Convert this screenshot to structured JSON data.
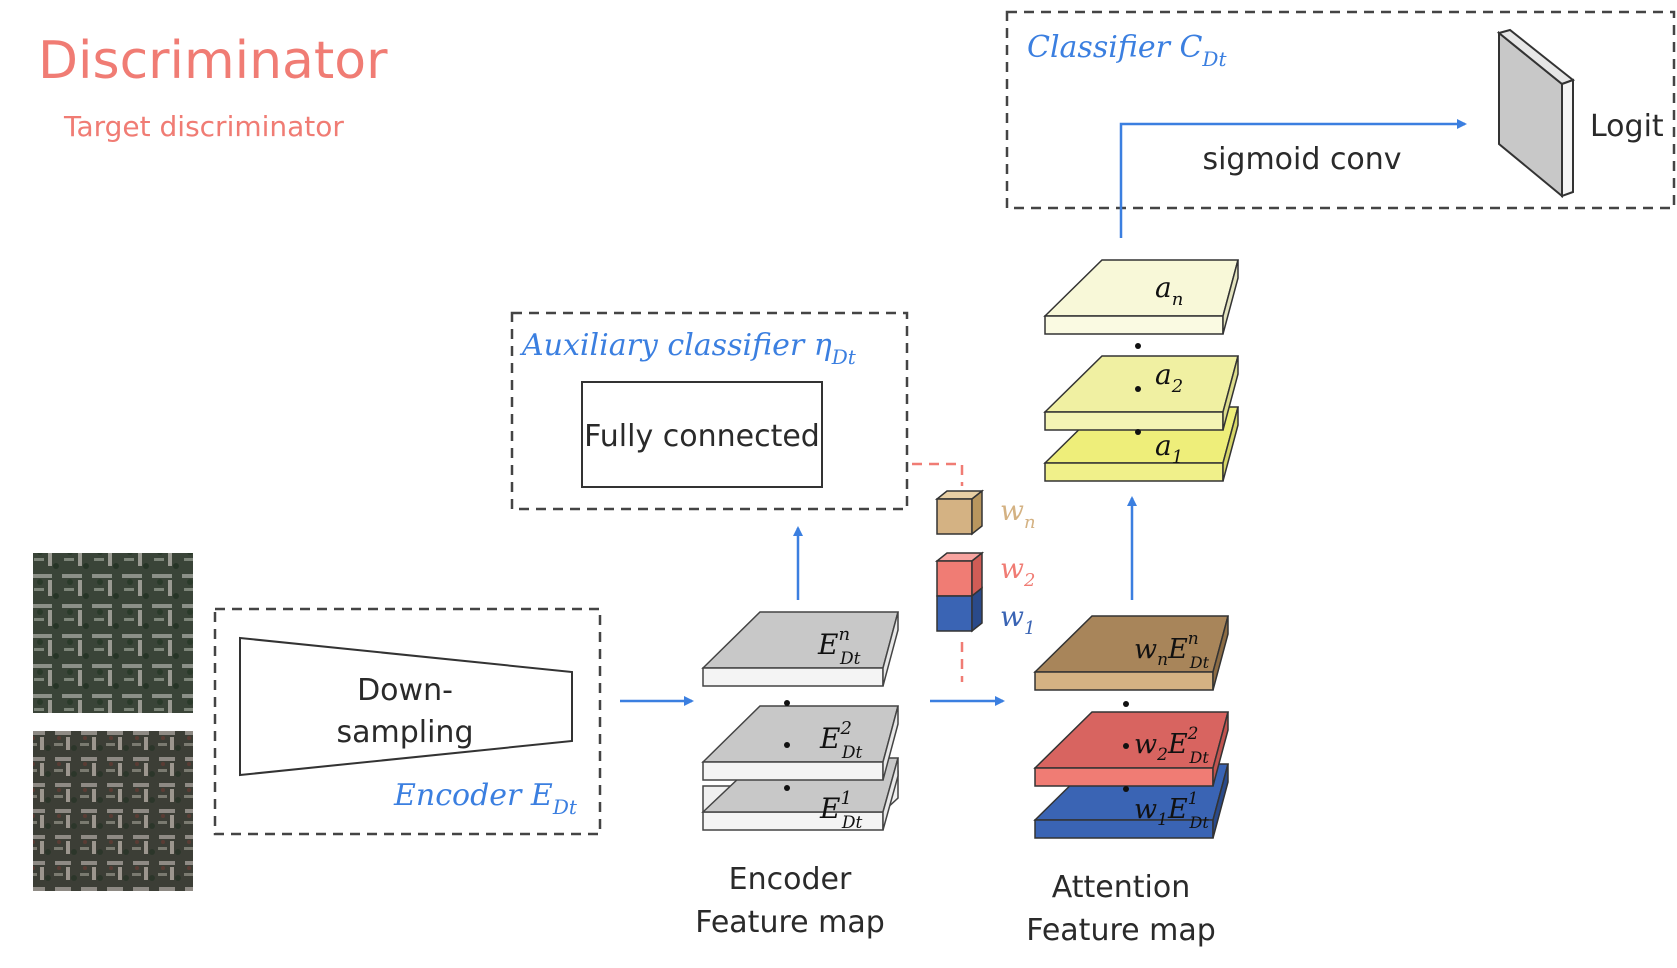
{
  "header": {
    "title": "Discriminator",
    "subtitle": "Target discriminator"
  },
  "encoder": {
    "block_label_line1": "Down-",
    "block_label_line2": "sampling",
    "caption": "Encoder E",
    "caption_sub": "Dt"
  },
  "encoder_feature_map": {
    "caption_line1": "Encoder",
    "caption_line2": "Feature map",
    "layer_top": "E",
    "layer_top_sup": "n",
    "layer_mid": "E",
    "layer_mid_sup": "2",
    "layer_bot": "E",
    "layer_bot_sup": "1",
    "sub": "Dt"
  },
  "auxiliary": {
    "caption": "Auxiliary classifier η",
    "caption_sub": "Dt",
    "block_label": "Fully connected"
  },
  "weights": {
    "wn": "w",
    "wn_sub": "n",
    "w2": "w",
    "w2_sub": "2",
    "w1": "w",
    "w1_sub": "1"
  },
  "attention_feature_map": {
    "caption_line1": "Attention",
    "caption_line2": "Feature map",
    "layer_top": "w",
    "layer_top_sub": "n",
    "layer_mid": "w",
    "layer_mid_sub": "2",
    "layer_bot": "w",
    "layer_bot_sub": "1"
  },
  "attention_maps": {
    "top": "a",
    "top_sub": "n",
    "mid": "a",
    "mid_sub": "2",
    "bot": "a",
    "bot_sub": "1"
  },
  "classifier": {
    "caption": "Classifier C",
    "caption_sub": "Dt",
    "arrow_label": "sigmoid conv",
    "output_label": "Logit"
  },
  "colors": {
    "title": "#f07c74",
    "accent_blue": "#3b7fe0",
    "encoder_layer": "#c8c8c8",
    "wn_brown": "#d4b283",
    "w2_red": "#f07c74",
    "w1_blue": "#3a64b4",
    "attention_yellow": "#f2f2a0"
  }
}
